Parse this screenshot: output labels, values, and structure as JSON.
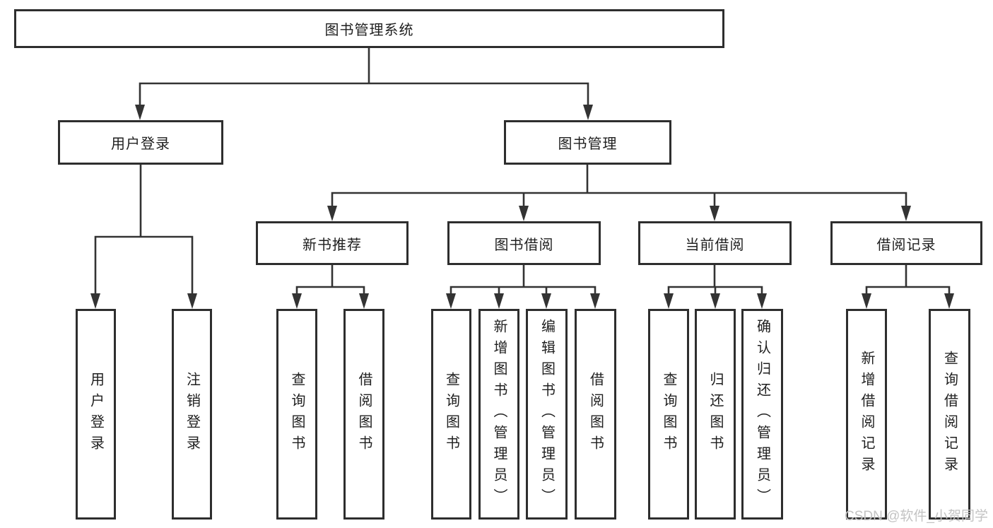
{
  "diagram_title": "图书管理系统",
  "nodes": {
    "root": "图书管理系统",
    "user_login": "用户登录",
    "book_management": "图书管理",
    "new_book_recommend": "新书推荐",
    "book_borrowing": "图书借阅",
    "current_borrowing": "当前借阅",
    "borrowing_records": "借阅记录",
    "leaf_user_login": "用户登录",
    "leaf_logout_login": "注销登录",
    "leaf_nbr_query_books": "查询图书",
    "leaf_nbr_borrow_books": "借阅图书",
    "leaf_bb_query_books": "查询图书",
    "leaf_bb_add_books": "新增图书（管理员）",
    "leaf_bb_edit_books": "编辑图书（管理员）",
    "leaf_bb_borrow_books": "借阅图书",
    "leaf_cb_query_books": "查询图书",
    "leaf_cb_return_books": "归还图书",
    "leaf_cb_confirm_return": "确认归还（管理员）",
    "leaf_br_add_record": "新增借阅记录",
    "leaf_br_query_record": "查询借阅记录"
  },
  "watermark": "CSDN @软件_小贺同学",
  "colors": {
    "background": "#ffffff",
    "box_border": "#2e2e2e",
    "connector": "#333333",
    "text": "#1f1f1f",
    "watermark": "#c3c3c3"
  }
}
